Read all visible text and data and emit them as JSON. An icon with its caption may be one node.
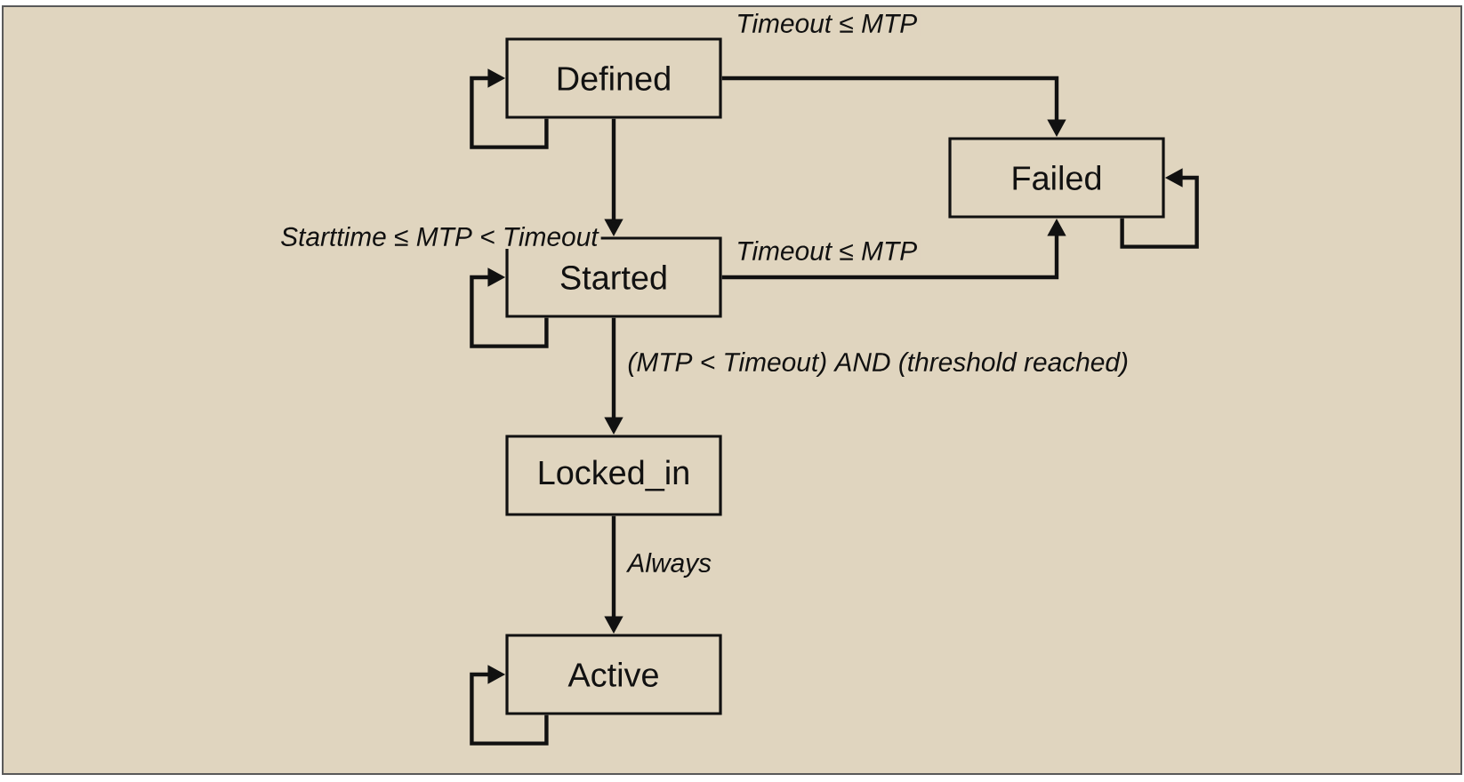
{
  "diagram": {
    "nodes": [
      {
        "text": [
          "Defined"
        ]
      },
      {
        "text": [
          "Failed"
        ]
      },
      {
        "text": [
          "Started"
        ]
      },
      {
        "text": [
          "Locked_in"
        ]
      },
      {
        "text": [
          "Active"
        ]
      }
    ],
    "edges": [
      {
        "from": 0,
        "to": 1,
        "arrow": "to",
        "label": "Timeout ≤ MTP"
      },
      {
        "from": 0,
        "to": 2,
        "arrow": "to",
        "label": "Starttime ≤ MTP < Timeout"
      },
      {
        "from": 2,
        "to": 1,
        "arrow": "to",
        "label": "Timeout ≤ MTP"
      },
      {
        "from": 2,
        "to": 3,
        "arrow": "to",
        "label": "(MTP < Timeout) AND (threshold reached)"
      },
      {
        "from": 3,
        "to": 4,
        "arrow": "to",
        "label": "Always"
      },
      {
        "from": 0,
        "to": 0,
        "arrow": "to"
      },
      {
        "from": 1,
        "to": 1,
        "arrow": "to"
      },
      {
        "from": 2,
        "to": 2,
        "arrow": "to"
      },
      {
        "from": 4,
        "to": 4,
        "arrow": "to"
      }
    ]
  }
}
